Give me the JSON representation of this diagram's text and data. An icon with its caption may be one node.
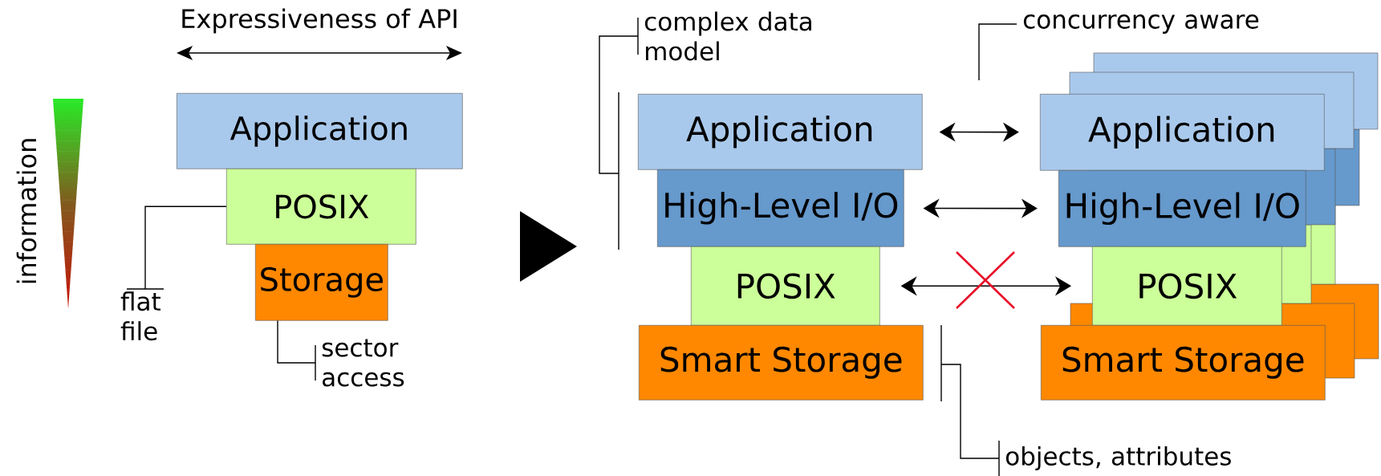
{
  "diagram": {
    "nodes": [
      {
        "text": [
          "Application"
        ]
      },
      {
        "text": [
          "POSIX"
        ]
      },
      {
        "text": [
          "Storage"
        ]
      },
      {
        "text": [
          "flat file"
        ]
      },
      {
        "text": [
          "sector access"
        ]
      },
      {
        "text": [
          "Application"
        ]
      },
      {
        "text": [
          "High-Level I/O"
        ]
      },
      {
        "text": [
          "POSIX"
        ]
      },
      {
        "text": [
          "Smart Storage"
        ]
      },
      {
        "text": [
          "Application"
        ]
      },
      {
        "text": [
          "High-Level I/O"
        ]
      },
      {
        "text": [
          "POSIX"
        ]
      },
      {
        "text": [
          "Smart Storage"
        ]
      },
      {
        "text": [
          "complex data model"
        ]
      },
      {
        "text": [
          "concurrency aware"
        ]
      },
      {
        "text": [
          "objects, attributes"
        ]
      }
    ],
    "edges": [
      {
        "from": 3,
        "to": 1,
        "arrow": "none"
      },
      {
        "from": 4,
        "to": 2,
        "arrow": "none"
      },
      {
        "from": 5,
        "to": 9,
        "arrow": "both"
      },
      {
        "from": 6,
        "to": 10,
        "arrow": "both"
      },
      {
        "from": 7,
        "to": 11,
        "arrow": "both"
      },
      {
        "from": 13,
        "to": null,
        "arrow": "none"
      },
      {
        "from": 14,
        "to": null,
        "arrow": "none"
      },
      {
        "from": 15,
        "to": null,
        "arrow": "none"
      }
    ],
    "labels": [
      "Expressiveness of API",
      "information"
    ]
  }
}
